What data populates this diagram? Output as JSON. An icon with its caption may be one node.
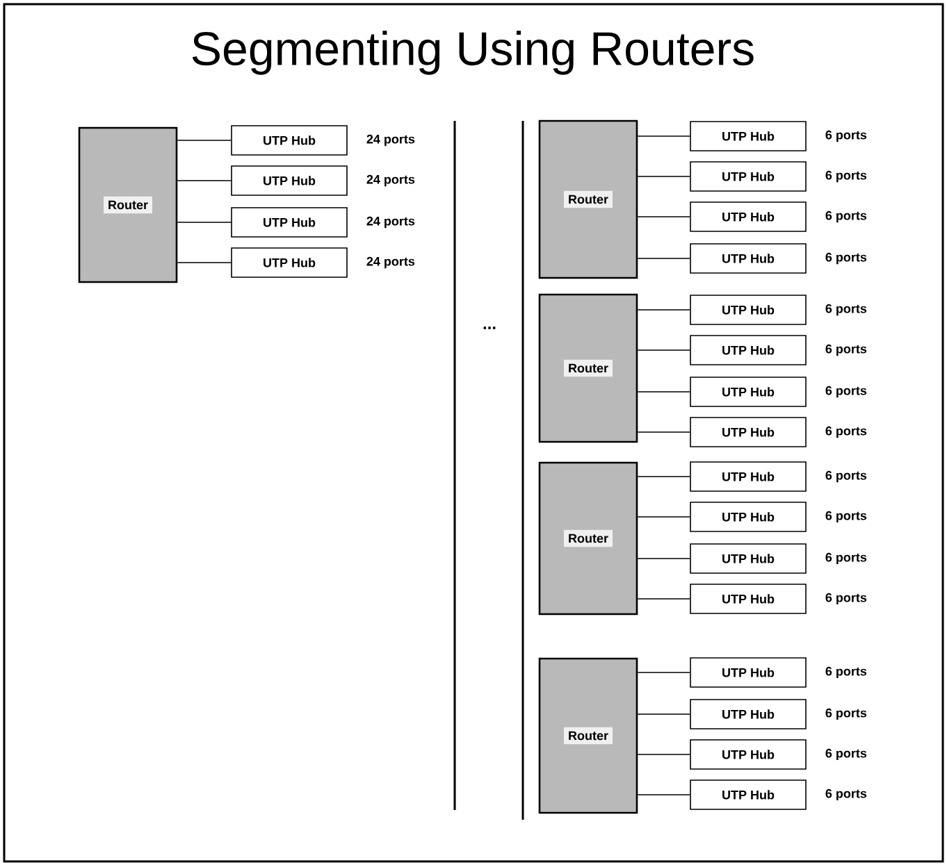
{
  "diagram": {
    "title": "Segmenting Using Routers",
    "nodes": [
      {
        "text": [
          "Router"
        ]
      },
      {
        "text": [
          "UTP Hub"
        ],
        "beside": [
          "24 ports"
        ]
      },
      {
        "text": [
          "UTP Hub"
        ],
        "beside": [
          "24 ports"
        ]
      },
      {
        "text": [
          "UTP Hub"
        ],
        "beside": [
          "24 ports"
        ]
      },
      {
        "text": [
          "UTP Hub"
        ],
        "beside": [
          "24 ports"
        ]
      },
      {
        "text": [
          "Router"
        ]
      },
      {
        "text": [
          "UTP Hub"
        ],
        "beside": [
          "6 ports"
        ]
      },
      {
        "text": [
          "UTP Hub"
        ],
        "beside": [
          "6 ports"
        ]
      },
      {
        "text": [
          "UTP Hub"
        ],
        "beside": [
          "6 ports"
        ]
      },
      {
        "text": [
          "UTP Hub"
        ],
        "beside": [
          "6 ports"
        ]
      },
      {
        "text": [
          "Router"
        ]
      },
      {
        "text": [
          "UTP Hub"
        ],
        "beside": [
          "6 ports"
        ]
      },
      {
        "text": [
          "UTP Hub"
        ],
        "beside": [
          "6 ports"
        ]
      },
      {
        "text": [
          "UTP Hub"
        ],
        "beside": [
          "6 ports"
        ]
      },
      {
        "text": [
          "UTP Hub"
        ],
        "beside": [
          "6 ports"
        ]
      },
      {
        "text": [
          "Router"
        ]
      },
      {
        "text": [
          "UTP Hub"
        ],
        "beside": [
          "6 ports"
        ]
      },
      {
        "text": [
          "UTP Hub"
        ],
        "beside": [
          "6 ports"
        ]
      },
      {
        "text": [
          "UTP Hub"
        ],
        "beside": [
          "6 ports"
        ]
      },
      {
        "text": [
          "UTP Hub"
        ],
        "beside": [
          "6 ports"
        ]
      },
      {
        "text": [
          "Router"
        ]
      },
      {
        "text": [
          "UTP Hub"
        ],
        "beside": [
          "6 ports"
        ]
      },
      {
        "text": [
          "UTP Hub"
        ],
        "beside": [
          "6 ports"
        ]
      },
      {
        "text": [
          "UTP Hub"
        ],
        "beside": [
          "6 ports"
        ]
      },
      {
        "text": [
          "UTP Hub"
        ],
        "beside": [
          "6 ports"
        ]
      }
    ],
    "edges": [
      {
        "from": 0,
        "to": 1,
        "arrow": "none"
      },
      {
        "from": 0,
        "to": 2,
        "arrow": "none"
      },
      {
        "from": 0,
        "to": 3,
        "arrow": "none"
      },
      {
        "from": 0,
        "to": 4,
        "arrow": "none"
      },
      {
        "from": 5,
        "to": 6,
        "arrow": "none"
      },
      {
        "from": 5,
        "to": 7,
        "arrow": "none"
      },
      {
        "from": 5,
        "to": 8,
        "arrow": "none"
      },
      {
        "from": 5,
        "to": 9,
        "arrow": "none"
      },
      {
        "from": 10,
        "to": 11,
        "arrow": "none"
      },
      {
        "from": 10,
        "to": 12,
        "arrow": "none"
      },
      {
        "from": 10,
        "to": 13,
        "arrow": "none"
      },
      {
        "from": 10,
        "to": 14,
        "arrow": "none"
      },
      {
        "from": 15,
        "to": 16,
        "arrow": "none"
      },
      {
        "from": 15,
        "to": 17,
        "arrow": "none"
      },
      {
        "from": 15,
        "to": 18,
        "arrow": "none"
      },
      {
        "from": 15,
        "to": 19,
        "arrow": "none"
      },
      {
        "from": 20,
        "to": 21,
        "arrow": "none"
      },
      {
        "from": 20,
        "to": 22,
        "arrow": "none"
      },
      {
        "from": 20,
        "to": 23,
        "arrow": "none"
      },
      {
        "from": 20,
        "to": 24,
        "arrow": "none"
      }
    ],
    "labels": [
      "..."
    ]
  }
}
